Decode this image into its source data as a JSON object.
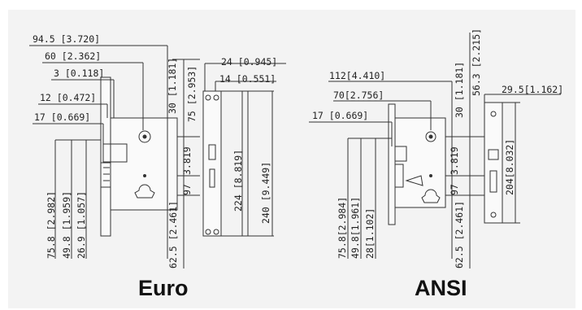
{
  "euro": {
    "caption": "Euro",
    "dims": {
      "d1": "94.5 [3.720]",
      "d2": "60 [2.362]",
      "d3": "3 [0.118]",
      "d4": "12 [0.472]",
      "d5": "17 [0.669]",
      "d6": "30 [1.181]",
      "d7": "75 [2.953]",
      "d8": "24 [0.945]",
      "d9": "14 [0.551]",
      "d10": "3.819",
      "d11": "97",
      "d12": "224 [8.819]",
      "d13": "240 [9.449]",
      "d14": "62.5 [2.461]",
      "d15": "75.8 [2.982]",
      "d16": "49.8 [1.959]",
      "d17": "26.9 [1.057]"
    }
  },
  "ansi": {
    "caption": "ANSI",
    "dims": {
      "d1": "112[4.410]",
      "d2": "70[2.756]",
      "d3": "17 [0.669]",
      "d4": "30 [1.181]",
      "d5": "56.3 [2.215]",
      "d6": "29.5[1.162]",
      "d7": "3.819",
      "d8": "97",
      "d9": "204[8.032]",
      "d10": "62.5 [2.461]",
      "d11": "75.8[2.984]",
      "d12": "49.8[1.961]",
      "d13": "28[1.102]"
    }
  }
}
